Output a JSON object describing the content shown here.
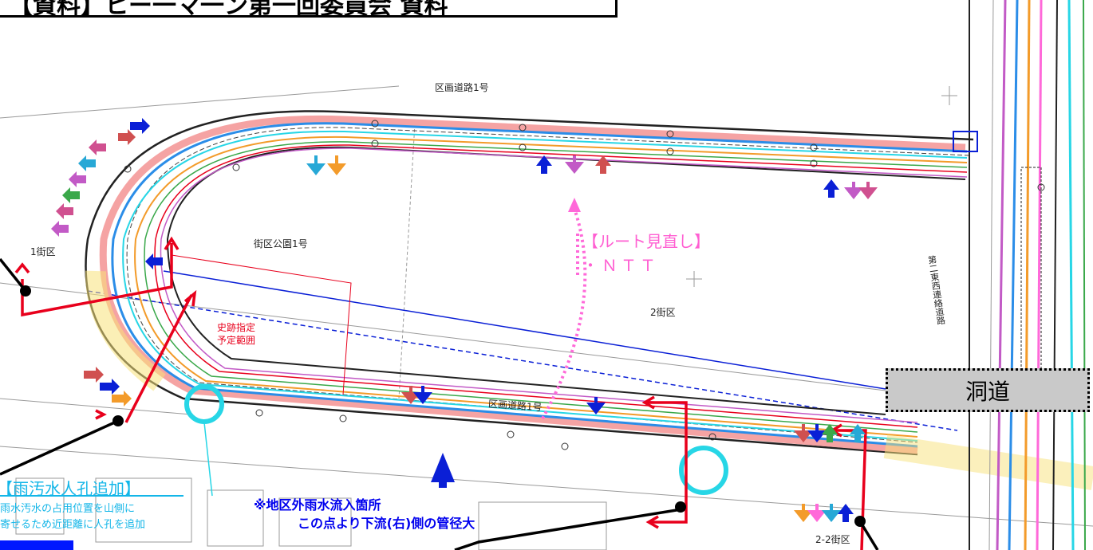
{
  "header": {
    "title": "【資料】ヒー一マ一ン第一回委員会 資料"
  },
  "map": {
    "road_top_label": "区画道路1号",
    "road_bottom_label": "区画道路1号",
    "park_label": "街区公園1号",
    "block_1": "1街区",
    "block_2": "2街区",
    "block_2_2": "2-2街区",
    "historic_site": [
      "史跡指定",
      "予定範囲"
    ],
    "side_road": "第二東西連絡道路",
    "tunnel": "洞道"
  },
  "annotations": {
    "route_review": {
      "title": "【ルート見直し】",
      "item": "・ＮＴＴ"
    },
    "manhole_added": {
      "title": "【雨汚水人孔追加】",
      "line1": "雨水汚水の占用位置を山側に",
      "line2": "寄せるため近距離に人孔を追加"
    },
    "inflow_note": {
      "line1": "※地区外雨水流入箇所",
      "line2": "この点より下流(右)側の管径大"
    }
  },
  "colors": {
    "red": "#e8001c",
    "blue": "#0a1fd6",
    "cyan": "#27d6e6",
    "pink": "#ff69d9",
    "orange": "#f39b2a",
    "green": "#3aa84a",
    "magenta": "#c25ac6"
  }
}
